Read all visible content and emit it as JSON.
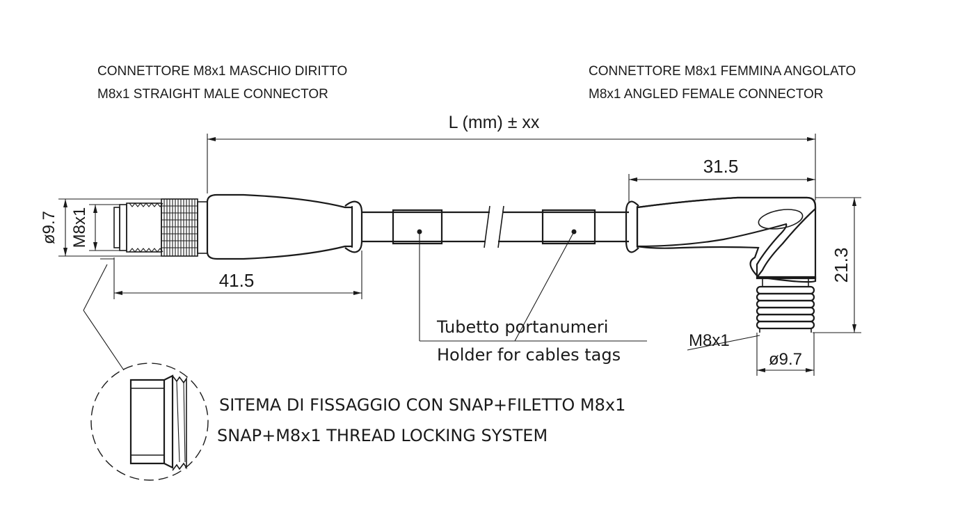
{
  "labels": {
    "male_connector_it": "CONNETTORE M8x1 MASCHIO DIRITTO",
    "male_connector_en": "M8x1 STRAIGHT MALE CONNECTOR",
    "female_connector_it": "CONNETTORE M8x1 FEMMINA ANGOLATO",
    "female_connector_en": "M8x1 ANGLED FEMALE CONNECTOR",
    "tag_holder_it": "Tubetto portanumeri",
    "tag_holder_en": "Holder for cables tags",
    "locking_it": "SITEMA DI FISSAGGIO CON SNAP+FILETTO M8x1",
    "locking_en": "SNAP+M8x1 THREAD LOCKING SYSTEM"
  },
  "dimensions": {
    "length": "L (mm) ± xx",
    "male_length": "41.5",
    "female_length": "31.5",
    "female_height": "21.3",
    "male_diameter": "ø9.7",
    "male_thread": "M8x1",
    "female_thread": "M8x1",
    "female_diameter": "ø9.7"
  }
}
